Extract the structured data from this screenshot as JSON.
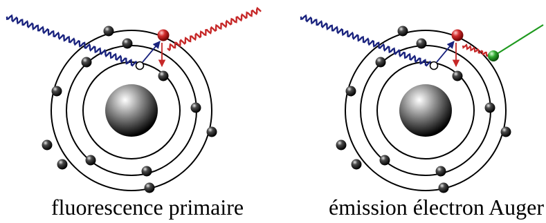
{
  "figure": {
    "panels": [
      {
        "id": "left",
        "caption": "fluorescence  primaire",
        "outgoing": "x-ray-wave"
      },
      {
        "id": "right",
        "caption": "émission électron Auger",
        "outgoing": "auger-electron"
      }
    ],
    "colors": {
      "incoming_photon": "#1a237e",
      "fluorescence_photon": "#c62828",
      "transition_arrow": "#c62828",
      "ejection_arrow": "#1a237e",
      "auger_electron": "#2ea82e",
      "auger_path": "#1f9a1f",
      "orbit": "#000000",
      "excited_electron": "#d32f2f"
    },
    "icons": [
      "nucleus-icon",
      "electron-icon",
      "vacancy-icon",
      "photon-wave-icon"
    ]
  }
}
